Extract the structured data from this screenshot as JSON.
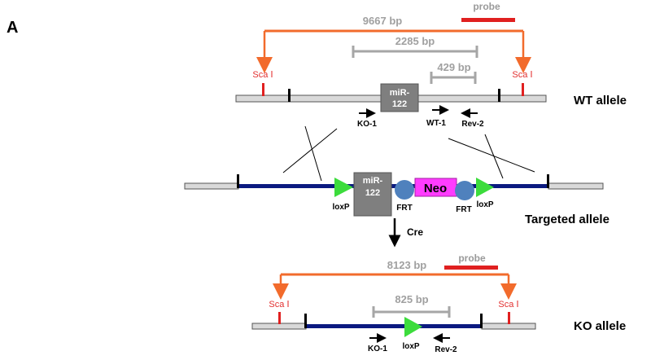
{
  "panel_label": "A",
  "wt": {
    "allele_label": "WT allele",
    "fragment_main": "9667 bp",
    "fragment_mid": "2285 bp",
    "fragment_small": "429 bp",
    "probe_label": "probe",
    "site_left": "Sca Ⅰ",
    "site_right": "Sca Ⅰ",
    "gene_line1": "miR-",
    "gene_line2": "122",
    "primers": [
      "KO-1",
      "WT-1",
      "Rev-2"
    ]
  },
  "targeted": {
    "allele_label": "Targeted allele",
    "gene_line1": "miR-",
    "gene_line2": "122",
    "neo_label": "Neo",
    "loxp_left": "loxP",
    "loxp_right": "loxP",
    "frt_left": "FRT",
    "frt_right": "FRT"
  },
  "cre_label": "Cre",
  "ko": {
    "allele_label": "KO allele",
    "fragment_main": "8123 bp",
    "fragment_mid": "825 bp",
    "probe_label": "probe",
    "site_left": "Sca Ⅰ",
    "site_right": "Sca Ⅰ",
    "loxp_label": "loxP",
    "primers": [
      "KO-1",
      "Rev-2"
    ]
  },
  "colors": {
    "orange": "#f26b2c",
    "red": "#e02020",
    "gray_bar": "#a6a6a6",
    "gene_box": "#7f7f7f",
    "navy": "#0b1a80",
    "loxp": "#3cdc3c",
    "frt": "#4f81bd",
    "neo": "#ff3cff"
  }
}
